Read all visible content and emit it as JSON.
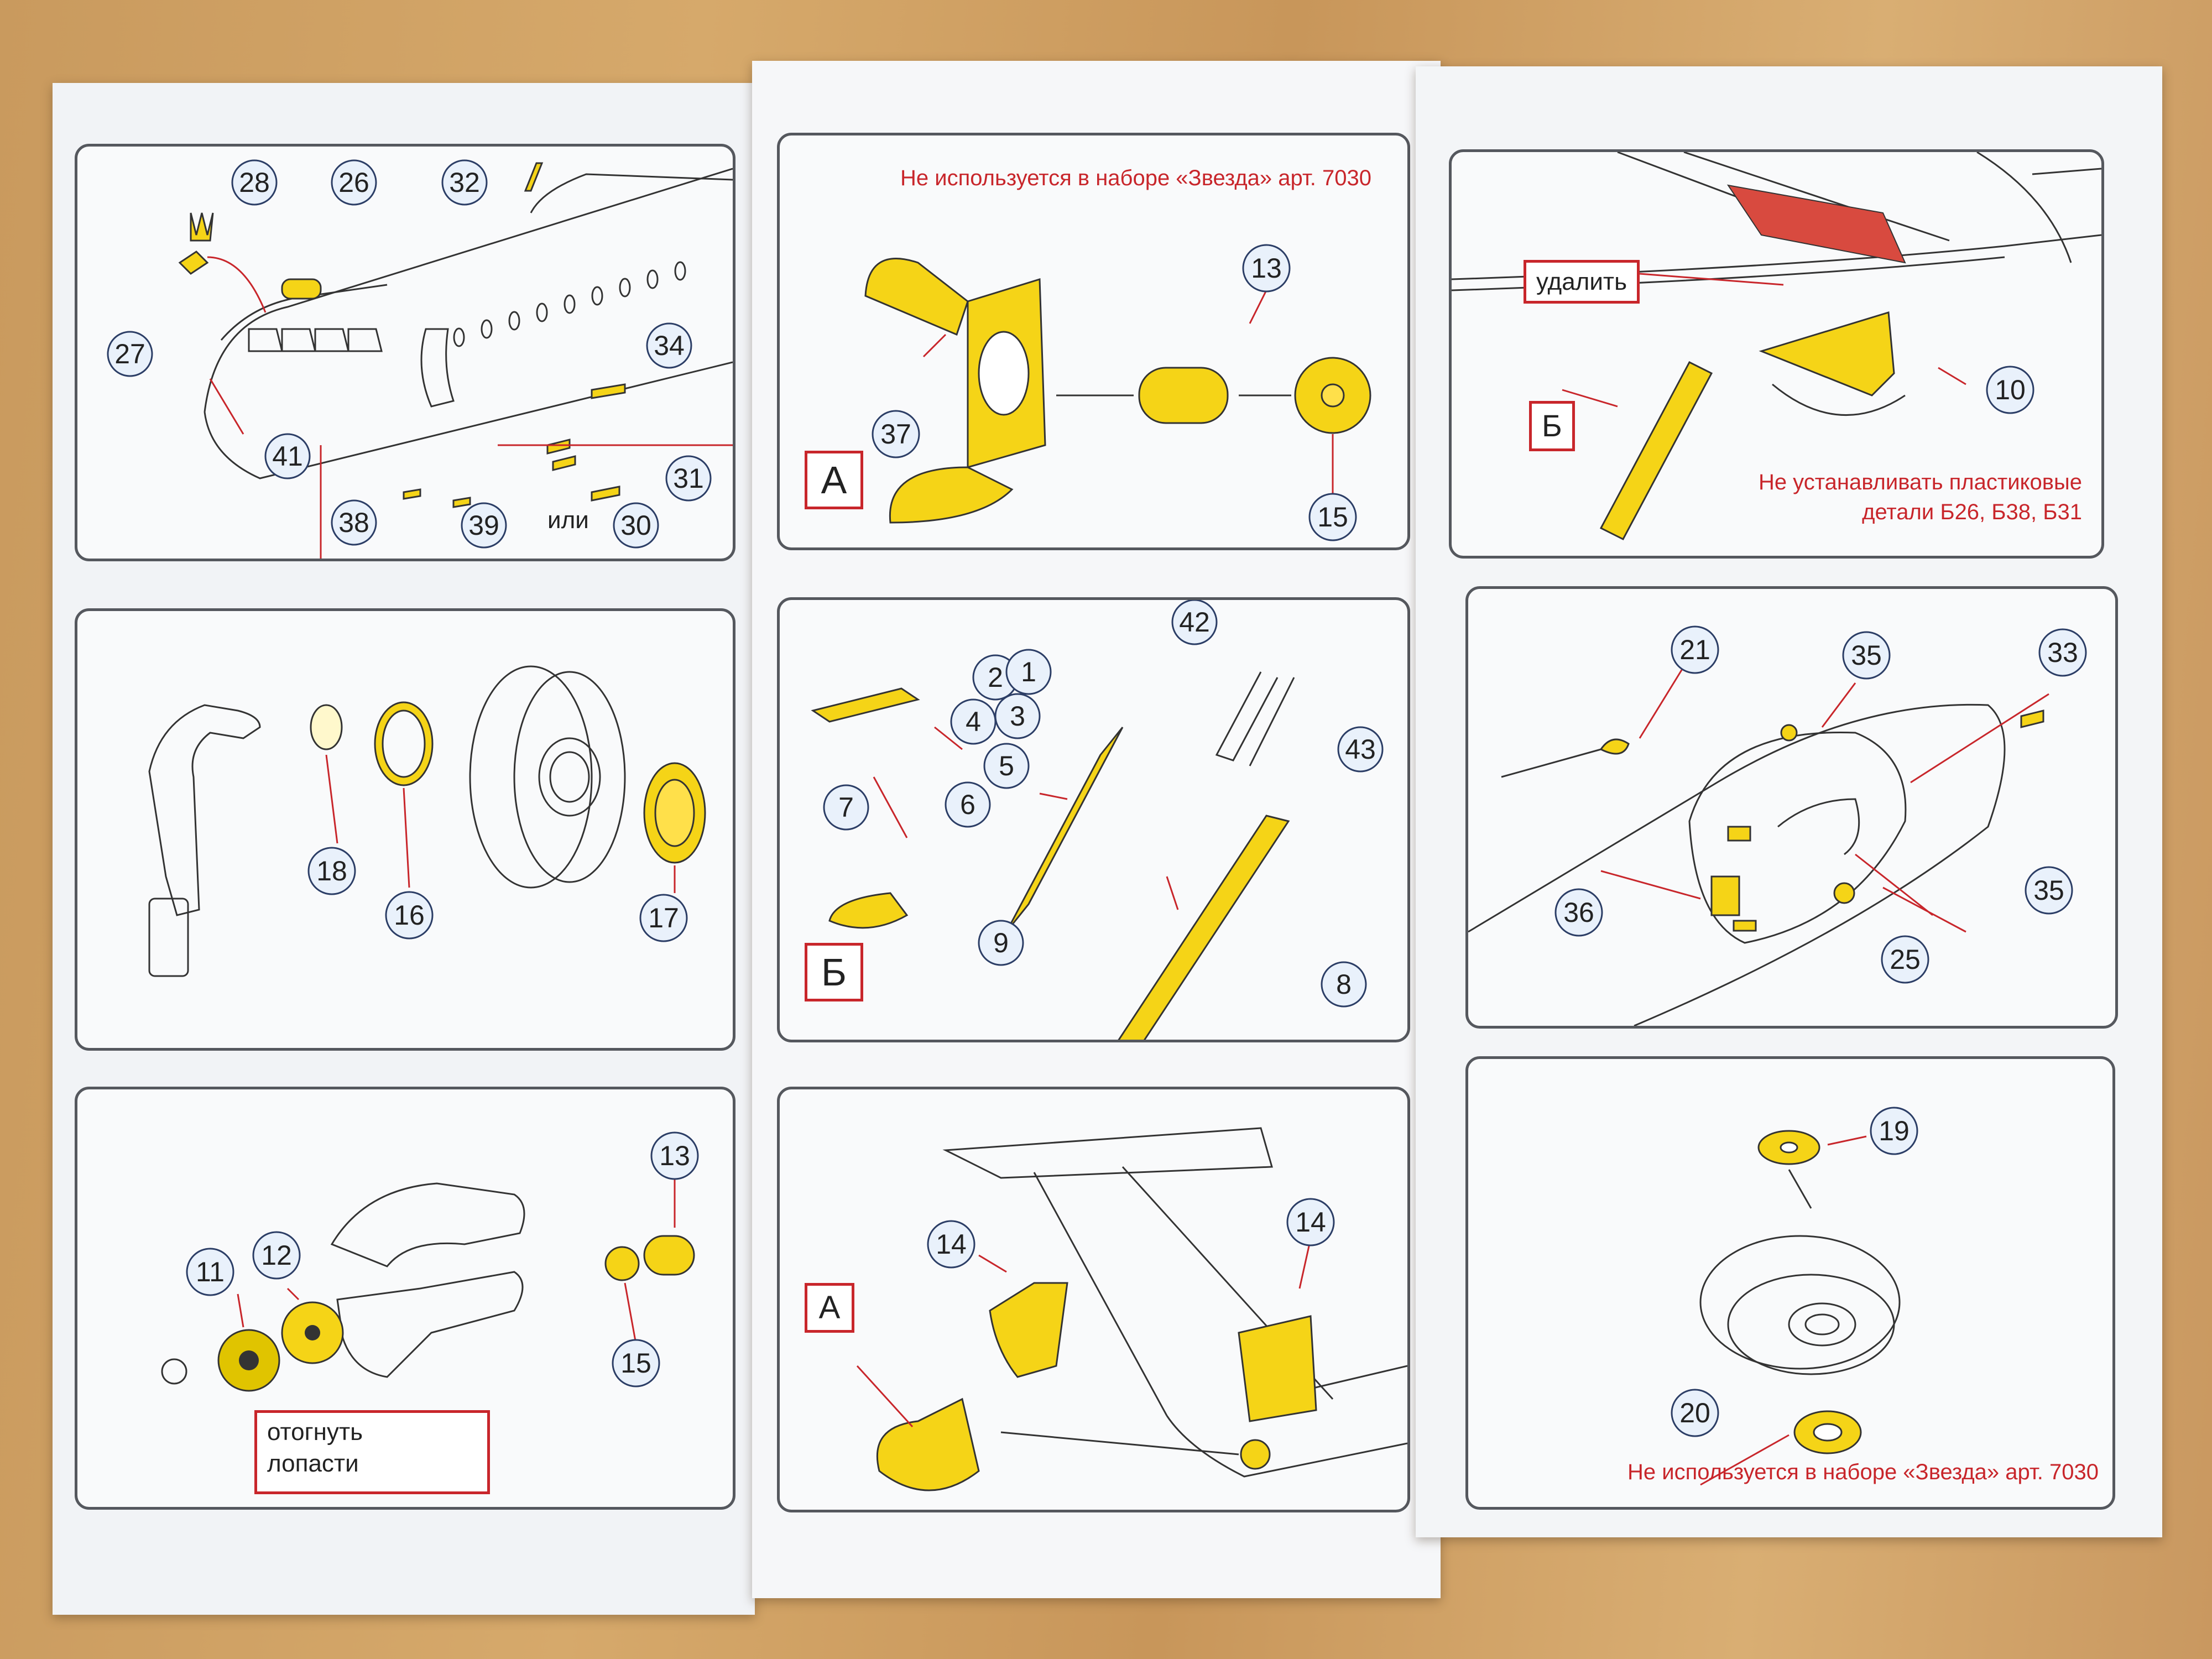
{
  "notes": {
    "not_used_1": "Не используется в наборе «Звезда» арт. 7030",
    "not_used_2": "Не используется в наборе «Звезда» арт. 7030",
    "remove": "удалить",
    "do_not_install_line1": "Не устанавливать пластиковые",
    "do_not_install_line2": "детали Б26, Б38, Б31",
    "or": "или",
    "bend_blades_line1": "отогнуть",
    "bend_blades_line2": "лопасти"
  },
  "section_letters": {
    "a": "А",
    "b": "Б"
  },
  "callouts": {
    "p1": [
      "28",
      "26",
      "32",
      "27",
      "34",
      "41",
      "31",
      "38",
      "39",
      "30"
    ],
    "p2": [
      "18",
      "16",
      "17"
    ],
    "p3": [
      "11",
      "12",
      "13",
      "15"
    ],
    "p4": [
      "37",
      "13",
      "15"
    ],
    "p5": [
      "42",
      "2",
      "1",
      "4",
      "3",
      "5",
      "7",
      "6",
      "43",
      "9",
      "8"
    ],
    "p6": [
      "14",
      "14"
    ],
    "p7": [
      "10"
    ],
    "p8": [
      "21",
      "35",
      "33",
      "36",
      "35",
      "25"
    ],
    "p9": [
      "19",
      "20"
    ]
  },
  "colors": {
    "part_yellow": "#f5d417",
    "note_red": "#c8262b",
    "callout_blue": "#2c3e66"
  }
}
